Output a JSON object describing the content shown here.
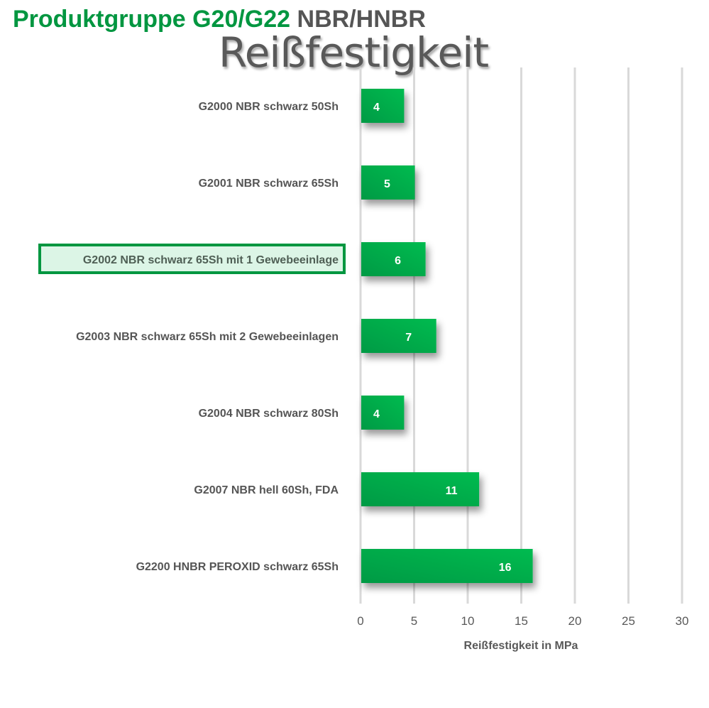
{
  "header": {
    "title_green": "Produktgruppe G20/G22",
    "title_gray": "NBR/HNBR",
    "subtitle": "Reißfestigkeit"
  },
  "chart_data": {
    "type": "bar",
    "orientation": "horizontal",
    "title": "Reißfestigkeit",
    "categories": [
      "G2000 NBR schwarz 50Sh",
      "G2001 NBR schwarz 65Sh",
      "G2002 NBR schwarz 65Sh mit 1 Gewebeeinlage",
      "G2003 NBR schwarz 65Sh mit 2 Gewebeeinlagen",
      "G2004 NBR schwarz 80Sh",
      "G2007 NBR hell 60Sh, FDA",
      "G2200 HNBR PEROXID schwarz 65Sh"
    ],
    "values": [
      4,
      5,
      6,
      7,
      4,
      11,
      16
    ],
    "data_labels": [
      "4",
      "5",
      "6",
      "7",
      "4",
      "11",
      "16"
    ],
    "highlighted_category": "G2002 NBR schwarz 65Sh mit 1 Gewebeeinlage",
    "xlabel": "Reißfestigkeit in MPa",
    "ylabel": "",
    "xlim": [
      0,
      30
    ],
    "xticks": [
      0,
      5,
      10,
      15,
      20,
      25,
      30
    ],
    "xtick_labels": [
      "0",
      "5",
      "10",
      "15",
      "20",
      "25",
      "30"
    ],
    "grid": "vertical",
    "colors": {
      "bar_start": "#009a44",
      "bar_end": "#00b74f",
      "highlight_border": "#009640",
      "highlight_fill": "#dcf5e6",
      "text": "#555555"
    }
  }
}
